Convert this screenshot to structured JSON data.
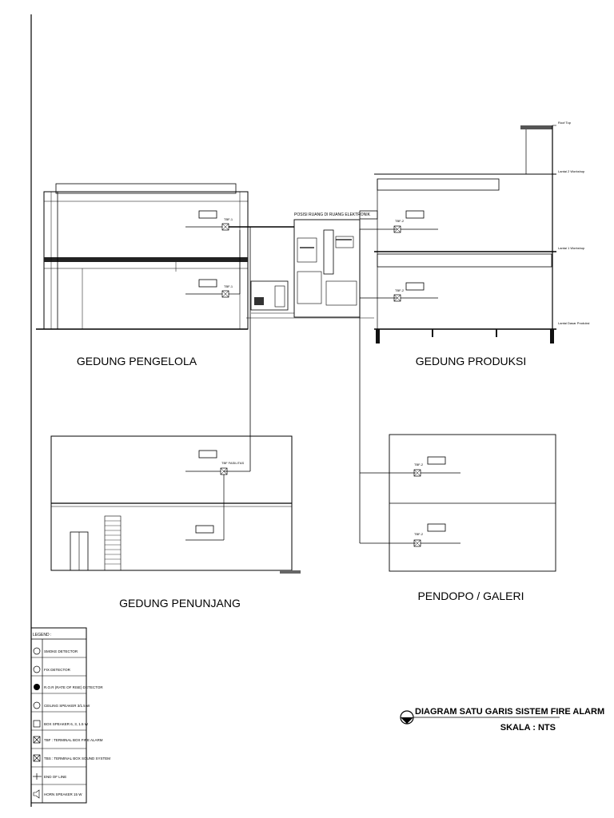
{
  "buildings": {
    "pengelola": "GEDUNG PENGELOLA",
    "produksi": "GEDUNG PRODUKSI",
    "penunjang": "GEDUNG PENUNJANG",
    "pendopo": "PENDOPO / GALERI"
  },
  "control_room": {
    "title": "POSISI RUANG DI RUANG ELEKTRONIK"
  },
  "levels": {
    "roof_top": "Roof Top",
    "lantai2": "Lantai 2 Workshop",
    "lantai1": "Lantai 1 Workshop",
    "lantai_dasar": "Lantai Dasar Produksi"
  },
  "tbf": {
    "tbf1": "TBF-1",
    "tbf2": "TBF-2",
    "tbf_fasilitas": "TBF FASILITAS"
  },
  "legend": {
    "header": "LEGEND :",
    "items": [
      {
        "icon": "smoke-detector",
        "label": "SMOKE DETECTOR"
      },
      {
        "icon": "fixed-detector",
        "label": "FIX DETECTOR"
      },
      {
        "icon": "rate-of-rise",
        "label": "R.O.R (RATE OF RISE) DETECTOR"
      },
      {
        "icon": "ceiling-speaker",
        "label": "CEILING SPEAKER 3/1.5 W"
      },
      {
        "icon": "box-speaker",
        "label": "BOX SPEAKER 6, 3, 1.5 W"
      },
      {
        "icon": "terminal-box-fire",
        "label": "TBF : TERMINAL BOX FIRE ALARM"
      },
      {
        "icon": "terminal-box-sound",
        "label": "TBS : TERMINAL BOX SOUND SYSTEM"
      },
      {
        "icon": "end-of-line",
        "label": "END OF LINE"
      },
      {
        "icon": "horn-speaker",
        "label": "HORN SPEAKER 15 W"
      }
    ]
  },
  "title_block": {
    "title": "DIAGRAM SATU GARIS SISTEM FIRE ALARM",
    "scale": "SKALA : NTS"
  }
}
